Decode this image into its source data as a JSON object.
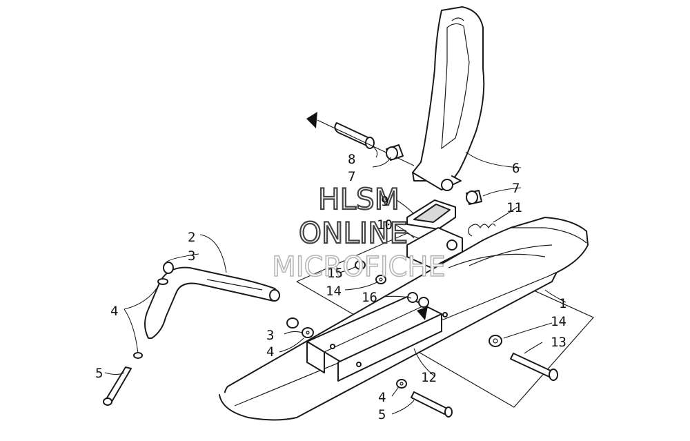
{
  "watermark": {
    "line1": "HLSM",
    "line2": "ONLINE",
    "line3": "MICROFICHE"
  },
  "callouts": [
    {
      "id": "c1",
      "label": "1"
    },
    {
      "id": "c2",
      "label": "2"
    },
    {
      "id": "c3a",
      "label": "3"
    },
    {
      "id": "c3b",
      "label": "3"
    },
    {
      "id": "c4a",
      "label": "4"
    },
    {
      "id": "c4b",
      "label": "4"
    },
    {
      "id": "c4c",
      "label": "4"
    },
    {
      "id": "c5a",
      "label": "5"
    },
    {
      "id": "c5b",
      "label": "5"
    },
    {
      "id": "c6",
      "label": "6"
    },
    {
      "id": "c7a",
      "label": "7"
    },
    {
      "id": "c7b",
      "label": "7"
    },
    {
      "id": "c8",
      "label": "8"
    },
    {
      "id": "c9",
      "label": "9"
    },
    {
      "id": "c10",
      "label": "10"
    },
    {
      "id": "c11",
      "label": "11"
    },
    {
      "id": "c12",
      "label": "12"
    },
    {
      "id": "c13",
      "label": "13"
    },
    {
      "id": "c14a",
      "label": "14"
    },
    {
      "id": "c14b",
      "label": "14"
    },
    {
      "id": "c15",
      "label": "15"
    },
    {
      "id": "c16",
      "label": "16"
    }
  ]
}
